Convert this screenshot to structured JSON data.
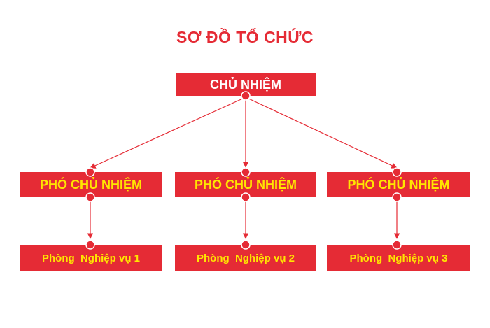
{
  "title": "SƠ ĐỒ TỔ CHỨC",
  "colors": {
    "accent": "#e52b35",
    "box_text_top": "#ffffff",
    "box_text": "#ffe600"
  },
  "chairman": {
    "label": "CHỦ NHIỆM"
  },
  "vice_chairmen": [
    {
      "label": "PHÓ CHỦ NHIỆM"
    },
    {
      "label": "PHÓ CHỦ NHIỆM"
    },
    {
      "label": "PHÓ CHỦ NHIỆM"
    }
  ],
  "departments": [
    {
      "label": "Phòng  Nghiệp vụ 1"
    },
    {
      "label": "Phòng  Nghiệp vụ 2"
    },
    {
      "label": "Phòng  Nghiệp vụ 3"
    }
  ]
}
